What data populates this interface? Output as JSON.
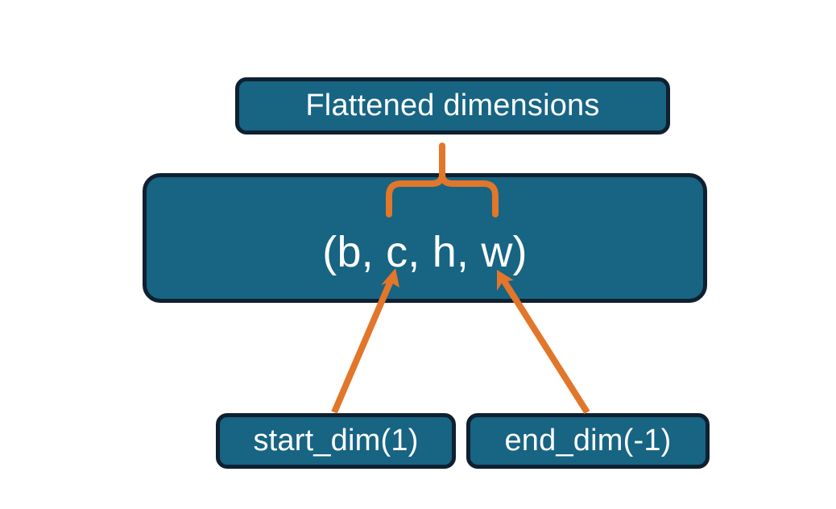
{
  "diagram": {
    "title": "Flatten start_dim and end_dim illustration",
    "background_color": "#ffffff",
    "node_fill_color": "#176483",
    "node_border_color": "#0f2030",
    "node_text_color": "#ffffff",
    "accent_color": "#e2762a",
    "nodes": {
      "flattened": {
        "label": "Flattened dimensions"
      },
      "shape": {
        "label": "(b, c, h, w)"
      },
      "start_dim": {
        "label": "start_dim(1)"
      },
      "end_dim": {
        "label": "end_dim(-1)"
      }
    },
    "connectors": {
      "brace": {
        "name": "curly-brace-up",
        "color": "#e2762a",
        "spans": "c, h, w"
      },
      "arrow_start": {
        "name": "arrow-start-dim",
        "color": "#e2762a",
        "from": "start_dim(1)",
        "to": "c"
      },
      "arrow_end": {
        "name": "arrow-end-dim",
        "color": "#e2762a",
        "from": "end_dim(-1)",
        "to": "w"
      }
    }
  }
}
